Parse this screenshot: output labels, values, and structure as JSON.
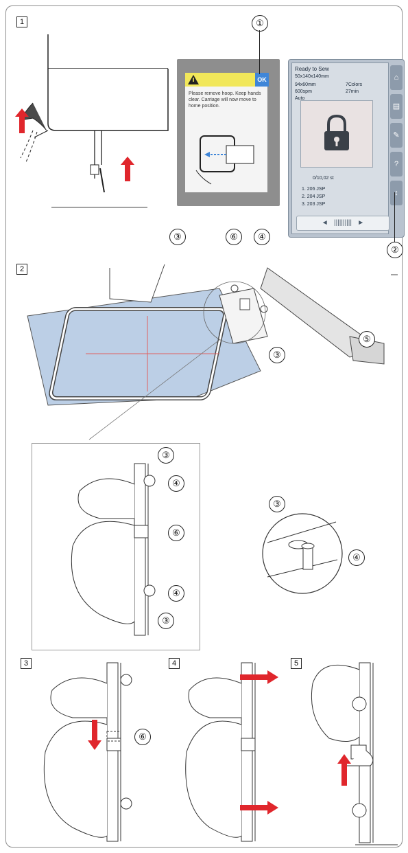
{
  "steps": [
    "1",
    "2",
    "3",
    "4",
    "5"
  ],
  "callouts": [
    "①",
    "②",
    "③",
    "④",
    "⑤",
    "⑥"
  ],
  "warning_screen": {
    "ok_label": "OK",
    "message": "Please remove hoop. Keep hands clear. Carriage will now move to home position."
  },
  "lcd": {
    "title": "Ready to Sew",
    "rows": [
      "50x140x140mm",
      "94x60mm",
      "7Colors",
      "600spm",
      "27min",
      "Auto"
    ],
    "counter": "0/10,02 st",
    "list": [
      "1. 206 JSP",
      "2. 204 JSP",
      "3. 203 JSP"
    ],
    "side_icons": [
      "home-icon",
      "hoop-icon",
      "wrench-icon",
      "help-icon",
      "needle-icon"
    ]
  },
  "colors": {
    "arrow": "#e0262c",
    "fabric": "#bccfe6",
    "crosshair": "#e06060",
    "ok": "#3f86d8",
    "warning": "#f1e75a"
  }
}
